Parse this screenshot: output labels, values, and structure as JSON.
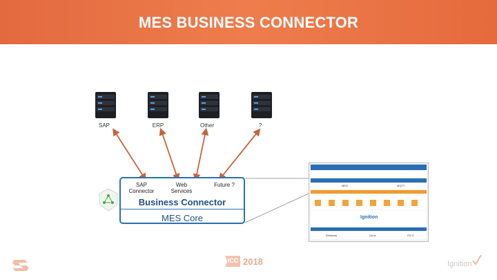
{
  "header": {
    "title": "MES BUSINESS CONNECTOR"
  },
  "servers": [
    {
      "label": "SAP"
    },
    {
      "label": "ERP"
    },
    {
      "label": "Other"
    },
    {
      "label": "?"
    }
  ],
  "connector": {
    "columns": [
      {
        "label": "SAP Connector"
      },
      {
        "label": "Web Services"
      },
      {
        "label": "Future ?"
      }
    ],
    "title": "Business Connector",
    "core": "MES Core"
  },
  "architecture": {
    "mes_label": "MES",
    "mqtt_label": "MQTT",
    "brand_label": "Ignition",
    "os_labels": [
      "Windows",
      "Linux",
      "OS X"
    ]
  },
  "footer": {
    "event": "ICC",
    "year": "2018",
    "brand": "Ignition"
  },
  "colors": {
    "header": "#e8703f",
    "accent": "#2a6fb3",
    "arrow": "#c4643c"
  }
}
